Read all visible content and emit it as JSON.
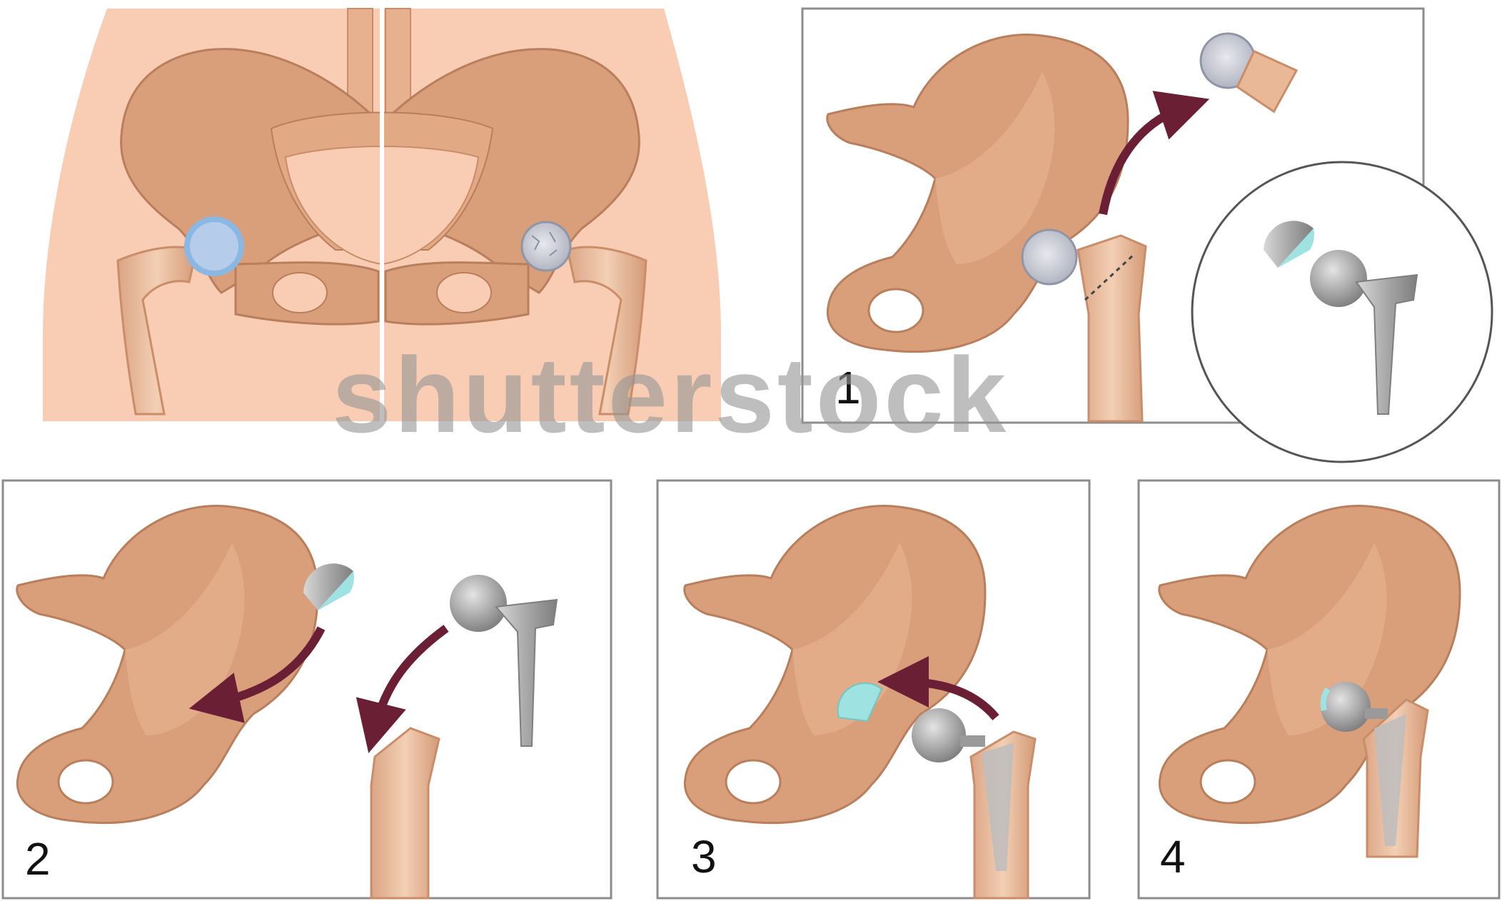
{
  "steps": [
    {
      "label": "1"
    },
    {
      "label": "2"
    },
    {
      "label": "3"
    },
    {
      "label": "4"
    }
  ],
  "watermark": "shutterstock",
  "colors": {
    "skin": "#f8cdb4",
    "bone": "#d99e7a",
    "bone_light": "#ecc1a1",
    "bone_dark": "#b97e5b",
    "cartilage": "#8ab8e2",
    "liner": "#9ee3e1",
    "metal": "#a9a9a9",
    "metal_dark": "#7e7e7e",
    "arrow": "#6a1f35",
    "frame": "#8c8c8c"
  },
  "icons": {
    "damaged_head": "osteoarthritic-femoral-head-icon",
    "healthy_joint": "healthy-hip-cartilage-icon",
    "implant": "hip-prosthesis-icon"
  }
}
